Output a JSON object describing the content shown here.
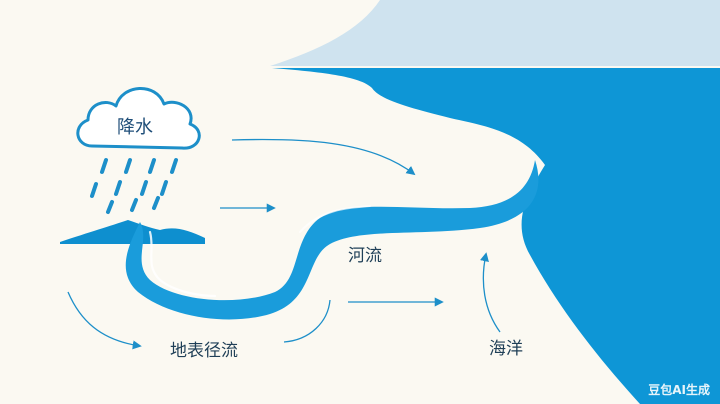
{
  "labels": {
    "precipitation": "降水",
    "river_flow": "河流",
    "surface_runoff": "地表径流",
    "ocean": "海洋"
  },
  "watermark": "豆包AI生成",
  "colors": {
    "background": "#fbf9f2",
    "ocean": "#0e96d6",
    "ocean_light": "#cfe3ef",
    "river": "#1a9cdb",
    "rain": "#1d8fc9",
    "cloud_stroke": "#1d8fc9",
    "arrow": "#1d8fc9",
    "text": "#1f3f57"
  }
}
